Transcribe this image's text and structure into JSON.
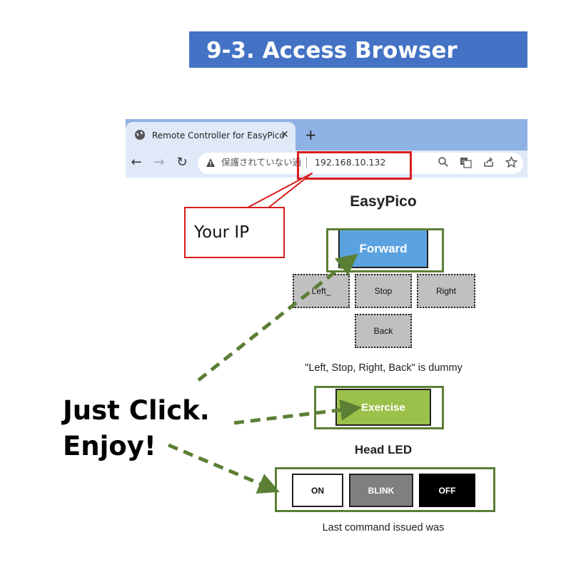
{
  "slide": {
    "title": "9-3. Access Browser"
  },
  "browser": {
    "tab_title": "Remote Controller for EasyPico",
    "tab_close": "✕",
    "new_tab": "+",
    "security_label": "保護されていない通",
    "url": "192.168.10.132",
    "icons": [
      "globe-icon",
      "close-icon",
      "plus-icon",
      "back-arrow-icon",
      "forward-arrow-icon",
      "reload-icon",
      "warning-icon",
      "zoom-icon",
      "translate-icon",
      "share-icon",
      "star-icon"
    ]
  },
  "page": {
    "heading": "EasyPico",
    "buttons": {
      "forward": "Forward",
      "left": "Left_",
      "stop": "Stop",
      "right": "Right",
      "back": "Back",
      "exercise": "Exercise"
    },
    "dummy_note": "\"Left, Stop, Right, Back\" is dummy",
    "led": {
      "heading": "Head LED",
      "on": "ON",
      "blink": "BLINK",
      "off": "OFF"
    },
    "last_command": "Last command issued was"
  },
  "annotations": {
    "callout": "Your IP",
    "instruction_line1": "Just Click.",
    "instruction_line2": "Enjoy!"
  },
  "colors": {
    "title_bar": "#4472c4",
    "forward_button": "#5ba3e0",
    "exercise_button": "#9bc14a",
    "annotation_green": "#5b7f35",
    "annotation_red": "#d91c1c"
  }
}
